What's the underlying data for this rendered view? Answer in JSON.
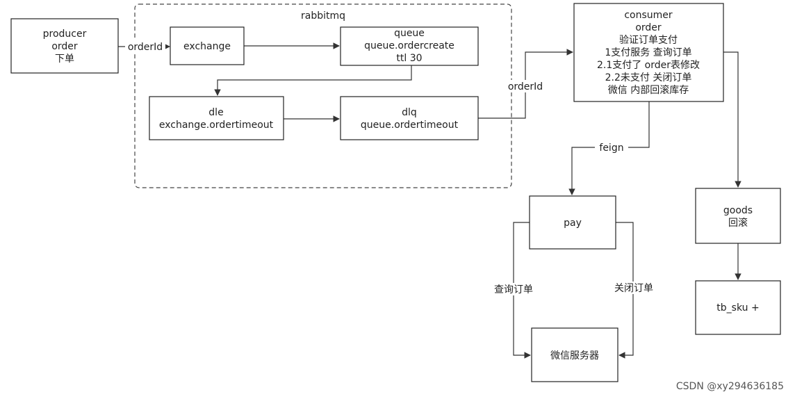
{
  "group": {
    "label": "rabbitmq"
  },
  "nodes": {
    "producer": {
      "lines": [
        "producer",
        "order",
        "下单"
      ]
    },
    "exchange": {
      "lines": [
        "exchange"
      ]
    },
    "queue": {
      "lines": [
        "queue",
        "queue.ordercreate",
        "ttl 30"
      ]
    },
    "dle": {
      "lines": [
        "dle",
        "exchange.ordertimeout"
      ]
    },
    "dlq": {
      "lines": [
        "dlq",
        "queue.ordertimeout"
      ]
    },
    "consumer": {
      "lines": [
        "consumer",
        "order",
        "验证订单支付",
        "1支付服务 查询订单",
        "2.1支付了 order表修改",
        "2.2未支付 关闭订单",
        "微信 内部回滚库存"
      ]
    },
    "pay": {
      "lines": [
        "pay"
      ]
    },
    "goods": {
      "lines": [
        "goods",
        "回滚"
      ]
    },
    "tb_sku": {
      "lines": [
        "tb_sku +"
      ]
    },
    "wechat": {
      "lines": [
        "微信服务器"
      ]
    }
  },
  "edges": {
    "producer_to_exchange": "orderId",
    "dlq_to_consumer": "orderId",
    "consumer_to_pay": "feign",
    "pay_query": "查询订单",
    "pay_close": "关闭订单"
  },
  "watermark": "CSDN @xy294636185",
  "colors": {
    "stroke": "#222222",
    "background": "#ffffff"
  }
}
